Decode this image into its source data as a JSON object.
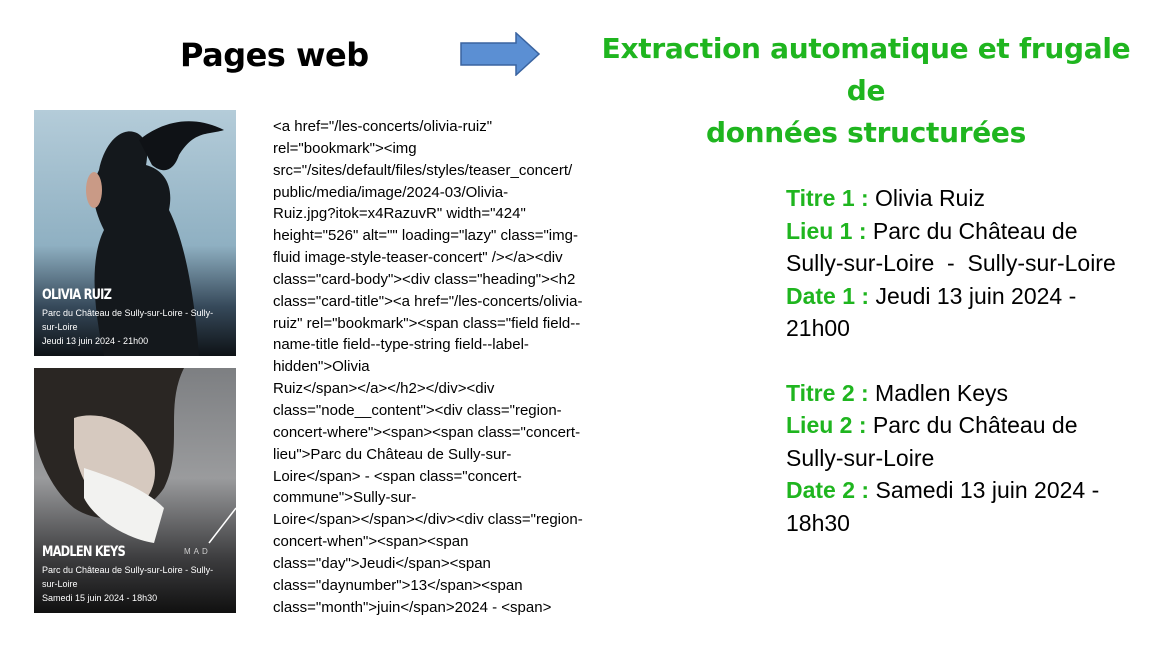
{
  "slide": {
    "left_title": "Pages web",
    "right_title_lines": [
      "Extraction automatique et frugale de",
      "données structurées"
    ],
    "colors": {
      "accent_green": "#1fb51f",
      "arrow_fill": "#5b8fd3",
      "arrow_stroke": "#3a64a0"
    }
  },
  "posters": [
    {
      "name": "OLIVIA RUIZ",
      "place_lines": [
        "Parc du Château de Sully-sur-Loire - Sully-",
        "sur-Loire"
      ],
      "date": "Jeudi 13 juin 2024 - 21h00"
    },
    {
      "name": "MADLEN KEYS",
      "place_lines": [
        "Parc du Château de Sully-sur-Loire - Sully-",
        "sur-Loire"
      ],
      "date": "Samedi 15 juin 2024 - 18h30",
      "watermark": "MAD"
    }
  ],
  "code_lines": [
    "<a href=\"/les-concerts/olivia-ruiz\"",
    "rel=\"bookmark\"><img",
    "src=\"/sites/default/files/styles/teaser_concert/",
    "public/media/image/2024-03/Olivia-",
    "Ruiz.jpg?itok=x4RazuvR\" width=\"424\"",
    "height=\"526\" alt=\"\" loading=\"lazy\" class=\"img-",
    "fluid image-style-teaser-concert\" /></a><div",
    "class=\"card-body\"><div class=\"heading\"><h2",
    "class=\"card-title\"><a href=\"/les-concerts/olivia-",
    "ruiz\" rel=\"bookmark\"><span class=\"field field--",
    "name-title field--type-string field--label-",
    "hidden\">Olivia",
    "Ruiz</span></a></h2></div><div",
    "class=\"node__content\"><div class=\"region-",
    "concert-where\"><span><span class=\"concert-",
    "lieu\">Parc du Château de Sully-sur-",
    "Loire</span> - <span class=\"concert-",
    "commune\">Sully-sur-",
    "Loire</span></span></div><div class=\"region-",
    "concert-when\"><span><span",
    "class=\"day\">Jeudi</span><span",
    "class=\"daynumber\">13</span><span",
    "class=\"month\">juin</span>2024 - <span>"
  ],
  "results": [
    {
      "titre_label": "Titre 1 :",
      "titre": "Olivia Ruiz",
      "lieu_label": "Lieu 1 :",
      "lieu_lines": [
        "Parc du Château de",
        "Sully-sur-Loire  -  Sully-sur-Loire"
      ],
      "date_label": "Date 1 :",
      "date_lines": [
        "Jeudi 13 juin 2024 -",
        "21h00"
      ]
    },
    {
      "titre_label": "Titre 2 :",
      "titre": "Madlen Keys",
      "lieu_label": "Lieu 2 :",
      "lieu_lines": [
        "Parc du Château de",
        "Sully-sur-Loire"
      ],
      "date_label": "Date 2 :",
      "date_lines": [
        "Samedi 13 juin 2024 -",
        "18h30"
      ]
    }
  ]
}
